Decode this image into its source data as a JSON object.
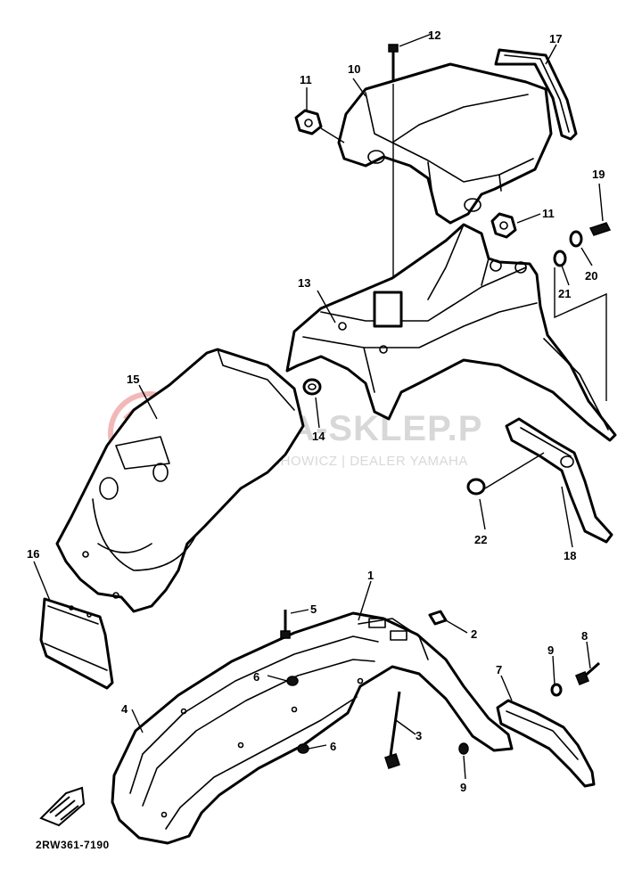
{
  "diagram": {
    "drawing_code": "2RW361-7190",
    "watermark": {
      "brand": "YAMA-SKLEP.P",
      "subtitle": "WOJCIECHOWICZ | DEALER YAMAHA",
      "color": "#d8d8d8",
      "logo_color": "#f2b8b8"
    },
    "callouts": [
      "1",
      "2",
      "3",
      "4",
      "5",
      "6",
      "6",
      "7",
      "8",
      "9",
      "9",
      "10",
      "11",
      "11",
      "12",
      "13",
      "14",
      "15",
      "16",
      "17",
      "18",
      "19",
      "20",
      "21",
      "22"
    ],
    "parts": [
      {
        "name": "front-fender",
        "callout": "1"
      },
      {
        "name": "rear-fender-bracket",
        "callout": "13"
      },
      {
        "name": "seat-cowl",
        "callout": "10"
      },
      {
        "name": "inner-fender-flap",
        "callout": "15"
      },
      {
        "name": "mud-flap",
        "callout": "16"
      },
      {
        "name": "seat-cowl-seal",
        "callout": "17"
      },
      {
        "name": "rear-flap",
        "callout": "18"
      },
      {
        "name": "front-fender-guard",
        "callout": "7"
      }
    ]
  }
}
